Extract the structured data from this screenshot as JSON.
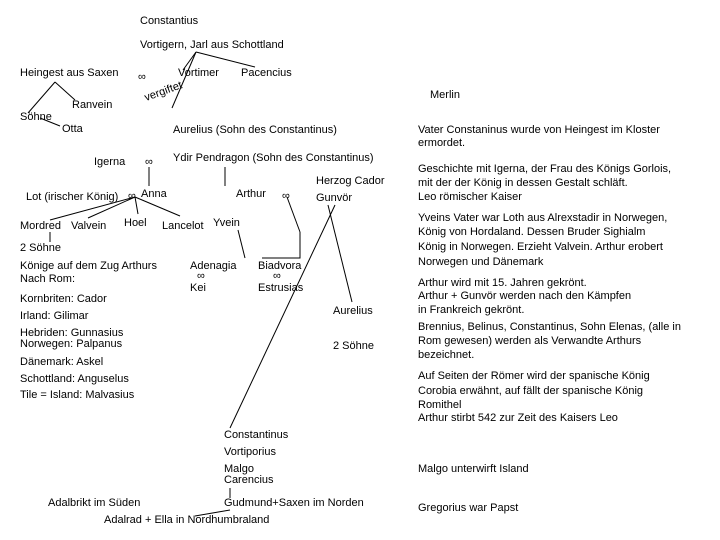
{
  "tree": {
    "constantius": "Constantius",
    "vortigern": "Vortigern, Jarl aus Schottland",
    "heingest": "Heingest aus Saxen",
    "marriage_symbol": "∞",
    "vortimer": "Vortimer",
    "pacencius": "Pacencius",
    "vergiftet": "vergiftet",
    "ranvein": "Ranvein",
    "soehne": "Söhne",
    "otta": "Otta",
    "aurelius_son": "Aurelius (Sohn des Constantinus)",
    "igerna": "Igerna",
    "ydir": "Ydir Pendragon (Sohn des Constantinus)",
    "herzog_cador": "Herzog Cador",
    "gunvor": "Gunvör",
    "lot": "Lot (irischer König)",
    "anna": "Anna",
    "arthur": "Arthur",
    "mordred": "Mordred",
    "valvein": "Valvein",
    "hoel": "Hoel",
    "lancelot": "Lancelot",
    "yvein": "Yvein",
    "zwei_soehne": "2 Söhne",
    "koenige_line1": "Könige auf dem Zug Arthurs",
    "koenige_line2": "Nach Rom:",
    "adenagia": "Adenagia",
    "kei": "Kei",
    "biadvora": "Biadvora",
    "estrusias": "Estrusias",
    "aurelius2": "Aurelius",
    "zwei_soehne2": "2 Söhne",
    "kings": [
      "Kornbriten: Cador",
      "Irland: Gilimar",
      "Hebriden: Gunnasius",
      "Norwegen: Palpanus",
      "Dänemark: Askel",
      "Schottland: Anguselus",
      "Tile = Island: Malvasius"
    ],
    "successors": [
      "Constantinus",
      "Vortiporius",
      "Malgo",
      "Carencius"
    ],
    "adalbrikt": "Adalbrikt im Süden",
    "gudmund": "Gudmund+Saxen im Norden",
    "adalrad": "Adalrad + Ella in Nordhumbraland"
  },
  "notes": {
    "merlin": "Merlin",
    "n1": [
      "Vater Constaninus wurde von Heingest im Kloster",
      "ermordet."
    ],
    "n2": [
      "Geschichte mit Igerna, der Frau des Königs Gorlois,",
      "mit der der König in dessen Gestalt schläft.",
      "Leo römischer Kaiser"
    ],
    "n3": [
      "Yveins Vater war Loth aus Alrexstadir in Norwegen,",
      "König von Hordaland. Dessen Bruder Sighialm",
      "König in Norwegen. Erzieht Valvein. Arthur erobert",
      "Norwegen und Dänemark"
    ],
    "n4": [
      "Arthur wird mit 15. Jahren gekrönt.",
      " Arthur + Gunvör werden nach den Kämpfen",
      "in Frankreich gekrönt.",
      "Brennius, Belinus, Constantinus, Sohn Elenas,  (alle in",
      "Rom gewesen) werden als Verwandte Arthurs",
      "bezeichnet."
    ],
    "n5": [
      "Auf Seiten der Römer wird der spanische König",
      "Corobia erwähnt, auf  fällt der spanische König",
      "Romithel",
      "Arthur stirbt 542 zur Zeit des Kaisers Leo"
    ],
    "n6": "Malgo unterwirft Island",
    "n7": "Gregorius war Papst"
  }
}
